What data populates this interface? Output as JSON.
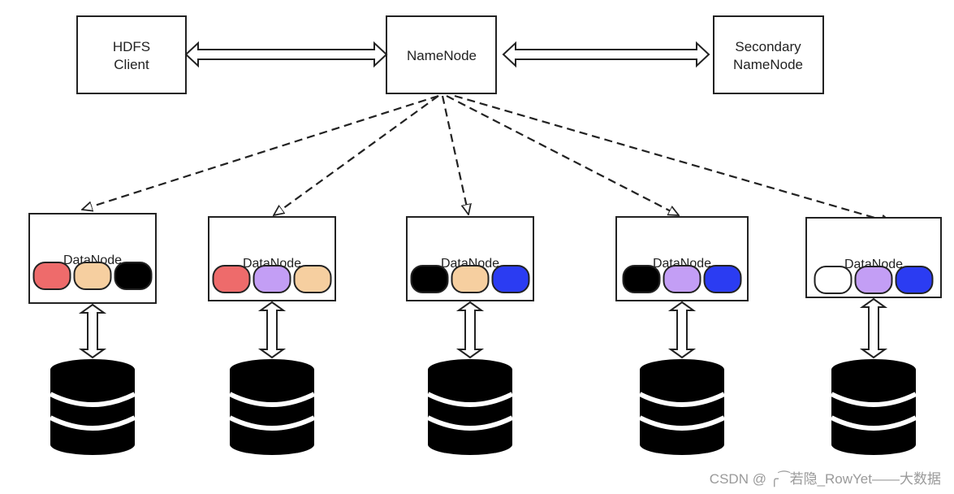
{
  "nodes": {
    "hdfs_client": [
      "HDFS",
      "Client"
    ],
    "namenode": "NameNode",
    "secondary": [
      "Secondary",
      "NameNode"
    ]
  },
  "datanode_label": "DataNode",
  "datanodes": [
    {
      "blocks": [
        "#ee6b6b",
        "#f6cfa0",
        "#000000"
      ]
    },
    {
      "blocks": [
        "#ee6b6b",
        "#c39ef5",
        "#f6cfa0"
      ]
    },
    {
      "blocks": [
        "#000000",
        "#f6cfa0",
        "#2b3cf2"
      ]
    },
    {
      "blocks": [
        "#000000",
        "#c39ef5",
        "#2b3cf2"
      ]
    },
    {
      "blocks": [
        "#ffffff",
        "#c39ef5",
        "#2b3cf2"
      ]
    }
  ],
  "colors": {
    "line": "#222222",
    "disk": "#000000",
    "background": "#ffffff"
  },
  "icons": {
    "disk": "database-icon",
    "link": "double-arrow-icon"
  },
  "watermark": "CSDN @ ╭⁀若隐_RowYet——大数据"
}
